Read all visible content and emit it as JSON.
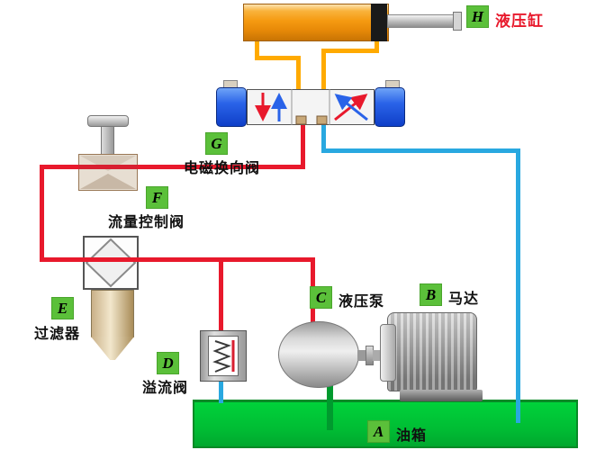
{
  "components": {
    "cylinder": {
      "id": "H",
      "name": "液压缸"
    },
    "valve": {
      "id": "G",
      "name": "电磁换向阀"
    },
    "flow_valve": {
      "id": "F",
      "name": "流量控制阀"
    },
    "filter": {
      "id": "E",
      "name": "过滤器"
    },
    "relief_valve": {
      "id": "D",
      "name": "溢流阀"
    },
    "pump": {
      "id": "C",
      "name": "液压泵"
    },
    "motor": {
      "id": "B",
      "name": "马达"
    },
    "tank": {
      "id": "A",
      "name": "油箱"
    }
  },
  "colors": {
    "badge_green": "#5bc03a",
    "pipe_red": "#e8192c",
    "pipe_orange": "#ffaa00",
    "pipe_blue": "#29a8e0",
    "pipe_green": "#009a2e",
    "tank_green": "#00c838",
    "cylinder_orange": "#f59a11",
    "solenoid_blue": "#2a63e8",
    "label_red": "#e8192c"
  }
}
